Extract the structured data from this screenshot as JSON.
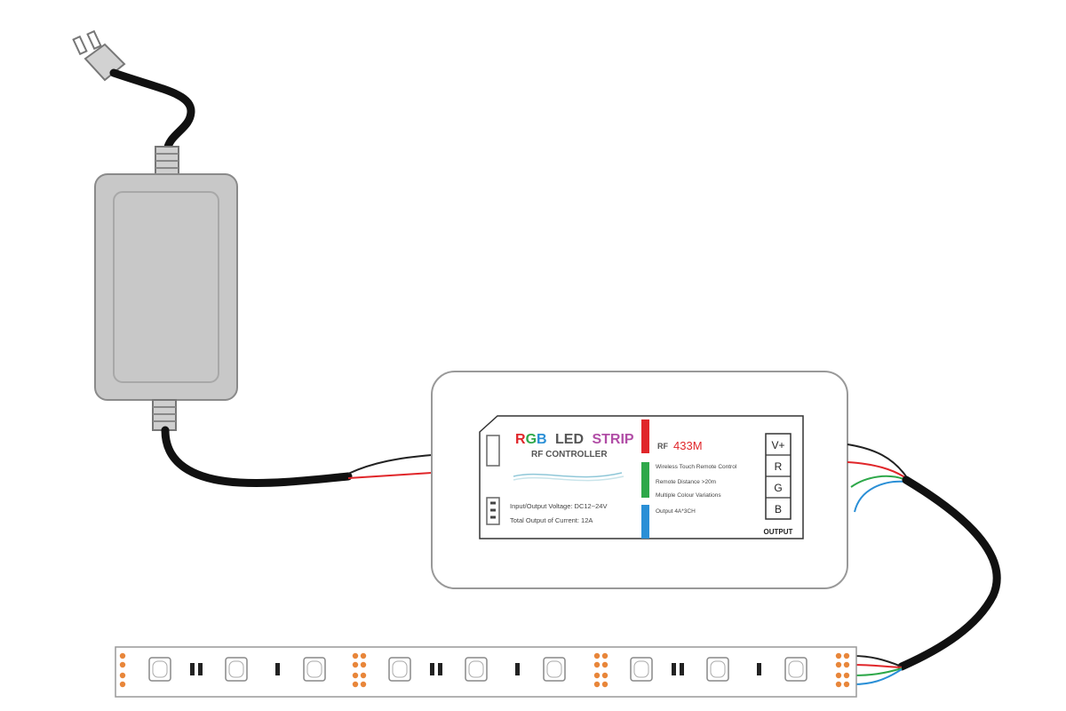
{
  "label": {
    "title_rgb": [
      "R",
      "G",
      "B"
    ],
    "title_led": "LED",
    "title_strip": "STRIP",
    "subtitle": "RF CONTROLLER",
    "rf_prefix": "RF",
    "rf_freq": "433M",
    "spec_wireless": "Wireless Touch Remote Control",
    "spec_distance": "Remote Distance >20m",
    "spec_multicolour": "Multiple Colour Variations",
    "spec_output": "Output 4A*3CH",
    "input_voltage": "Input/Output Voltage: DC12~24V",
    "total_current": "Total Output of Current: 12A"
  },
  "terminals": [
    "V+",
    "R",
    "G",
    "B"
  ],
  "output_label": "OUTPUT",
  "colors": {
    "red": "#e0262a",
    "green": "#2ea84a",
    "blue": "#2a8fd6",
    "title_red": "#e0262a",
    "title_green": "#2ea84a",
    "title_blue": "#2a8fd6",
    "title_purple": "#b14da6",
    "adapter": "#c8c8c8",
    "cable": "#111111",
    "led_pad": "#e8863a"
  }
}
